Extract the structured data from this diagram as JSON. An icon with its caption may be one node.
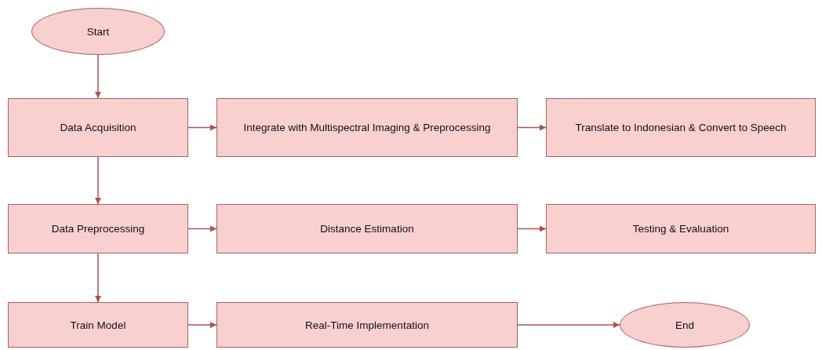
{
  "diagram": {
    "nodes": [
      {
        "text": [
          "Start"
        ]
      },
      {
        "text": [
          "Data Acquisition"
        ]
      },
      {
        "text": [
          "Integrate with Multispectral Imaging & Preprocessing"
        ]
      },
      {
        "text": [
          "Translate to Indonesian & Convert to Speech"
        ]
      },
      {
        "text": [
          "Data Preprocessing"
        ]
      },
      {
        "text": [
          "Distance Estimation"
        ]
      },
      {
        "text": [
          "Testing & Evaluation"
        ]
      },
      {
        "text": [
          "Train Model"
        ]
      },
      {
        "text": [
          "Real-Time Implementation"
        ]
      },
      {
        "text": [
          "End"
        ]
      }
    ],
    "edges": [
      {
        "from": 0,
        "to": 1,
        "arrow": "to"
      },
      {
        "from": 1,
        "to": 2,
        "arrow": "to"
      },
      {
        "from": 2,
        "to": 3,
        "arrow": "to"
      },
      {
        "from": 1,
        "to": 4,
        "arrow": "to"
      },
      {
        "from": 4,
        "to": 5,
        "arrow": "to"
      },
      {
        "from": 5,
        "to": 6,
        "arrow": "to"
      },
      {
        "from": 4,
        "to": 7,
        "arrow": "to"
      },
      {
        "from": 7,
        "to": 8,
        "arrow": "to"
      },
      {
        "from": 8,
        "to": 9,
        "arrow": "to"
      }
    ]
  }
}
